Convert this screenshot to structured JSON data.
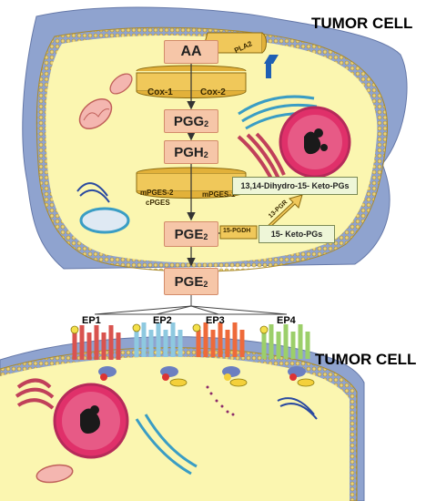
{
  "top_cell": {
    "title": "TUMOR CELL"
  },
  "bottom_cell": {
    "title": "TUMOR CELL"
  },
  "pathway": {
    "aa": "AA",
    "pgg": {
      "base": "PGG",
      "sub": "2"
    },
    "pgh": {
      "base": "PGH",
      "sub": "2"
    },
    "pge_inside": {
      "base": "PGE",
      "sub": "2"
    },
    "pge_outside": {
      "base": "PGE",
      "sub": "2"
    }
  },
  "enzymes": {
    "pla2": "PLA2",
    "cox1": "Cox-1",
    "cox2": "Cox-2",
    "mpges2": "mPGES-2",
    "cpges": "cPGES",
    "mpges1": "mPGES-1",
    "pgdh": "15-PGDH",
    "pgr": "13-PGR"
  },
  "metabolites": {
    "dihydro_keto": "13,14-Dihydro-15- Keto-PGs",
    "keto": "15- Keto-PGs"
  },
  "receptors": [
    "EP1",
    "EP2",
    "EP3",
    "EP4"
  ],
  "colors": {
    "cell_membrane": "#d8c07a",
    "cytoplasm": "#fbf6b0",
    "extracellular": "#8fa3cf",
    "pathway_box": "#f6c6a8",
    "enzyme_gold": "#e2b13a",
    "ep1": "#d9534f",
    "ep2": "#8ec9e0",
    "ep3": "#ee6a3a",
    "ep4": "#9ccf6a"
  }
}
